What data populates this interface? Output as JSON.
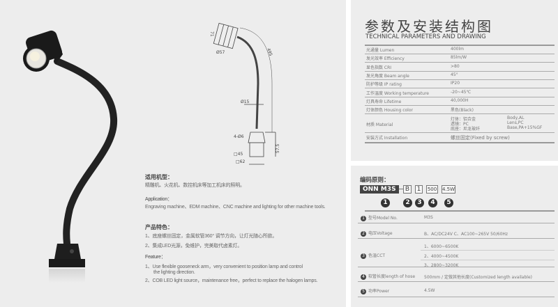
{
  "description_left": {
    "applicable_title": "适用机型：",
    "applicable_text": "精雕机、火花机、数控机床等加工机床的照明。",
    "application_title": "Application：",
    "application_text": "Engraving machine、EDM machine、CNC machine and lighting for other machine tools.",
    "feature_cn_title": "产品特色：",
    "feature_cn_1": "1、底座螺丝固定，金属软管360° 调节方向，让灯光随心所欲。",
    "feature_cn_2": "2、集成LED光源，免维护，完美取代卤素灯。",
    "feature_en_title": "Feature：",
    "feature_en_1a": "1、Use flexible gooseneck arm，very convenient to position lamp and control",
    "feature_en_1b": "the lighting direction.",
    "feature_en_2": "2、COB LED light source，maintenance free，perfect to replace the halogen lamps."
  },
  "drawing": {
    "d1": "71",
    "d2": "Ø57",
    "d3": "495",
    "d4": "Ø15",
    "d5": "4-Ø6",
    "d6": "57.5",
    "d7": "□45",
    "d8": "□62"
  },
  "params": {
    "title_cn": "参数及安装结构图",
    "title_en": "TECHNICAL PARAMETERS AND DRAWING",
    "rows": [
      {
        "label": "光通量 Lumen",
        "value": "400lm"
      },
      {
        "label": "发光效率 Efficiency",
        "value": "85lm/W"
      },
      {
        "label": "显色指数 CRI",
        "value": ">80"
      },
      {
        "label": "发光角度 Beam angle",
        "value": "45°"
      },
      {
        "label": "防护等级 IP rating",
        "value": "IP20"
      },
      {
        "label": "工作温度 Working temperature",
        "value": "-20~45℃"
      },
      {
        "label": "灯具寿命 Lifetime",
        "value": "40,000H"
      },
      {
        "label": "灯体颜色 Housing color",
        "value": "黑色(Black)"
      }
    ],
    "material": {
      "label": "材质 Material",
      "cn": [
        "灯体：铝合金",
        "透镜：PC",
        "底座：尼龙玻纤"
      ],
      "en": [
        "Body,AL",
        "Lens,PC",
        "Base,PA+15%GF"
      ]
    },
    "installation": {
      "label": "安装方式 Installation",
      "value": "螺丝固定(Fixed by screw)"
    }
  },
  "coding": {
    "title": "编码原则：",
    "codes": [
      "ONN M3S",
      "B",
      "1",
      "500",
      "4.5W"
    ],
    "numbers": [
      "1",
      "2",
      "3",
      "4",
      "5"
    ],
    "rows": [
      {
        "n": "1",
        "label": "型号Model No.",
        "value": "M3S"
      },
      {
        "n": "2",
        "label": "电压Voltage",
        "value": "B、AC/DC24V    C、AC100~265V 50/60Hz"
      },
      {
        "n": "3",
        "label": "色温CCT",
        "values": [
          "1、6000~6500K",
          "2、4000~4500K",
          "3、2800~3200K"
        ]
      },
      {
        "n": "4",
        "label": "软管长度length of hose",
        "value": "500mm / 定做其他长度(Customized  length  available)"
      },
      {
        "n": "5",
        "label": "功率Power",
        "value": "4.5W"
      }
    ]
  }
}
